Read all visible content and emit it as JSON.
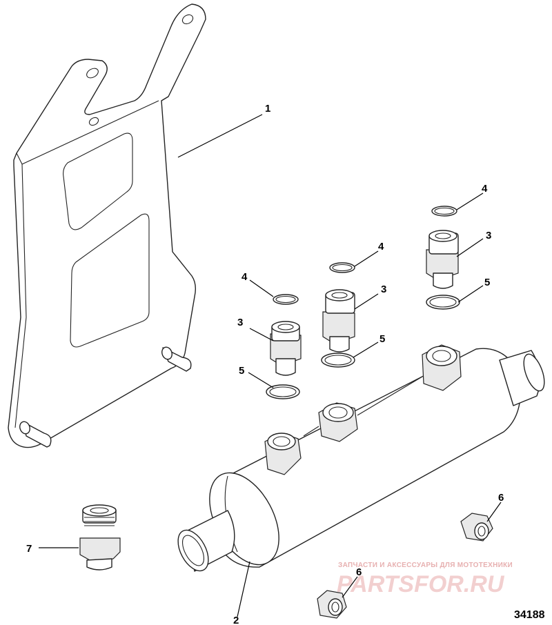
{
  "figure_number": "34188",
  "callouts": {
    "bracket": "1",
    "manifold": "2",
    "fitting_a": "3",
    "fitting_b": "3",
    "fitting_c": "3",
    "seal_a": "4",
    "seal_b": "4",
    "seal_c": "4",
    "washer_a": "5",
    "washer_b": "5",
    "washer_c": "5",
    "nut_a": "6",
    "nut_b": "6",
    "connector": "7"
  },
  "watermark": {
    "tagline": "ЗАПЧАСТИ И АКСЕССУАРЫ ДЛЯ МОТОТЕХНИКИ",
    "logo": "PARTSFOR.RU"
  }
}
